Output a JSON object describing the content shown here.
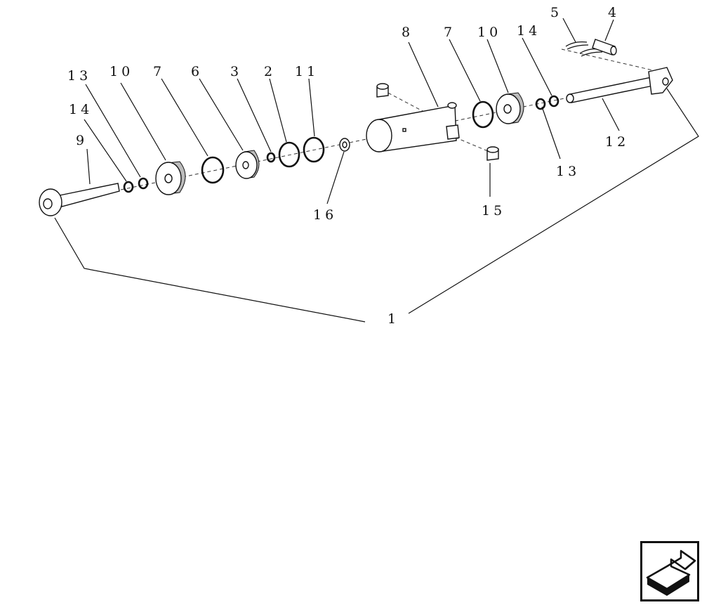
{
  "callouts": {
    "c1": "1",
    "c2": "2",
    "c3": "3",
    "c4": "4",
    "c5": "5",
    "c6": "6",
    "c7a": "7",
    "c7b": "7",
    "c8": "8",
    "c9": "9",
    "c10a": "10",
    "c10b": "10",
    "c11": "11",
    "c12": "12",
    "c13a": "13",
    "c13b": "13",
    "c14a": "14",
    "c14b": "14",
    "c15": "15",
    "c16": "16"
  },
  "nav_icon": "next-page-arrow-icon"
}
